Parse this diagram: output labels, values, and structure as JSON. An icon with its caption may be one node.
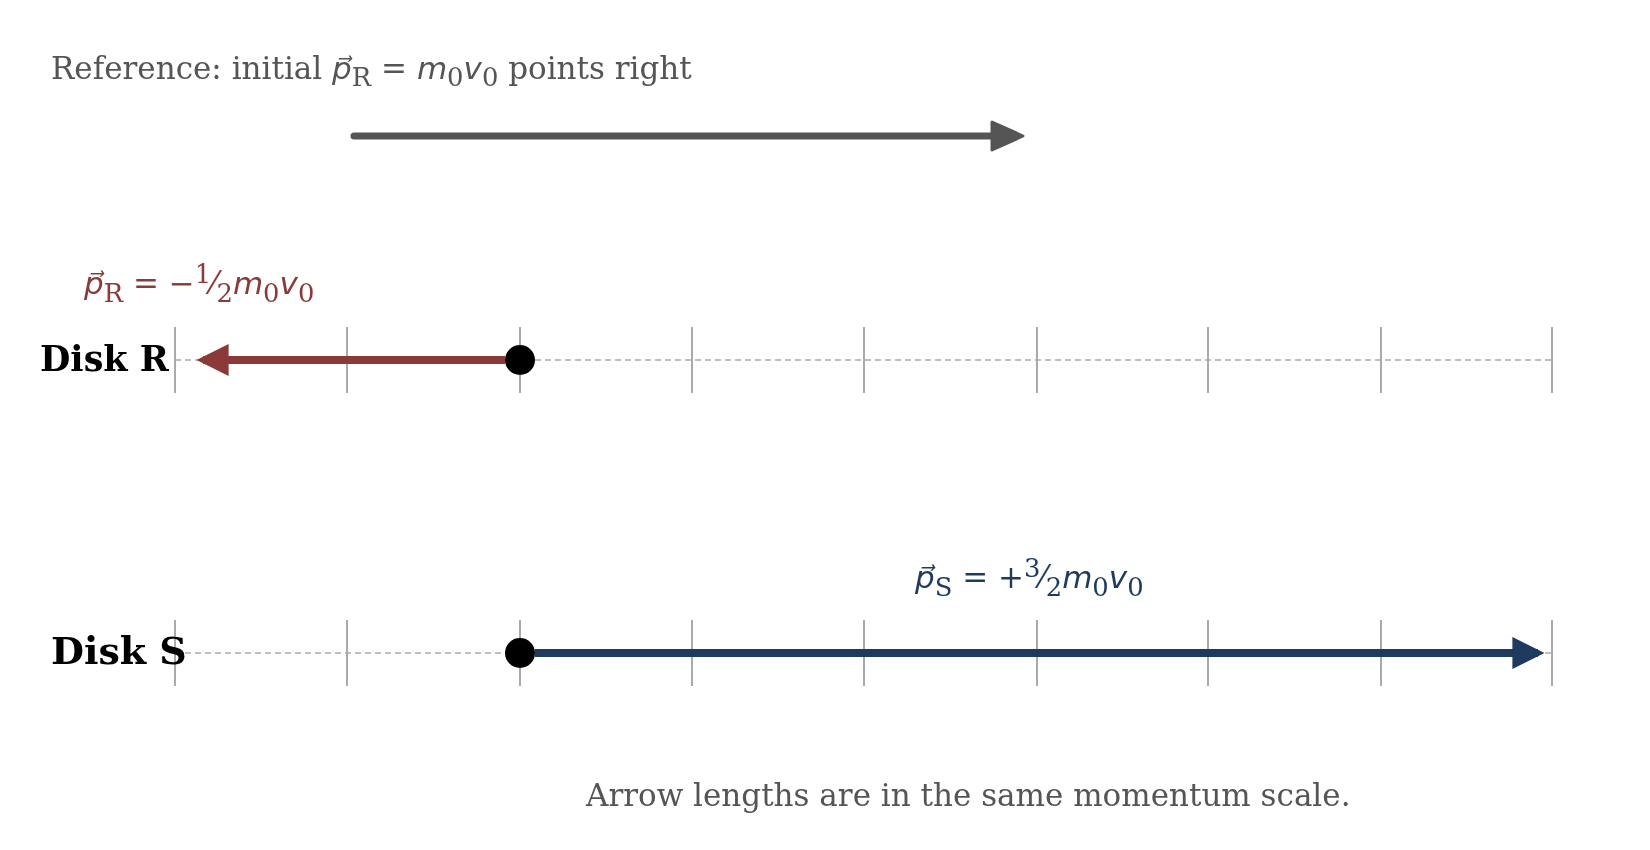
{
  "diagram": {
    "nodes": [
      {
        "text": [],
        "shape": "circle"
      },
      {
        "text": [],
        "shape": "circle"
      }
    ],
    "edges": [
      {
        "from": 0,
        "to": null,
        "arrow": "to",
        "color": "#8b3a3a"
      },
      {
        "from": 1,
        "to": null,
        "arrow": "to",
        "color": "#1f3a5f"
      }
    ],
    "labels": [
      "Reference: initial *p⃗*$_{R}$ = *m*$_{0}$*v*$_{0}$ points right",
      "*p⃗*$_{R}$ = −$^{1}$⁄$_{2}$*m*$_{0}$*v*$_{0}$",
      "Disk R",
      "*p⃗*$_{S}$ = +$^{3}$⁄$_{2}$*m*$_{0}$*v*$_{0}$",
      "Disk S",
      "Arrow lengths are in the same momentum scale."
    ]
  }
}
